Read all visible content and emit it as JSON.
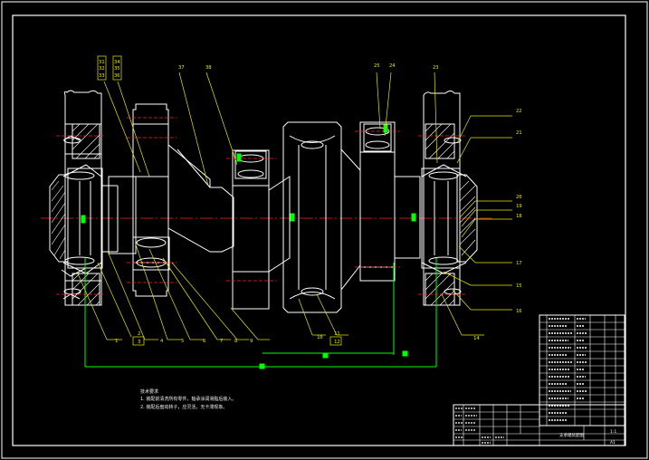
{
  "drawing": {
    "colors": {
      "background": "#000000",
      "outline": "#ffffff",
      "leader": "#e8e800",
      "centerline": "#ff2020",
      "hatch": "#ffffff",
      "dimension": "#00ff00"
    },
    "part_numbers_bottom": [
      "1",
      "2",
      "3",
      "4",
      "5",
      "6",
      "7",
      "8",
      "9",
      "10",
      "11",
      "12"
    ],
    "part_numbers_top": [
      "31",
      "32",
      "33",
      "34",
      "35",
      "36",
      "37",
      "38",
      "25",
      "24",
      "23"
    ],
    "part_numbers_right": [
      "22",
      "21",
      "20",
      "19",
      "18",
      "17",
      "15",
      "16",
      "14"
    ]
  },
  "notes": {
    "heading": "技术要求",
    "lines": [
      "1. 装配前清洗所有零件，轴承涂润滑脂后装入。",
      "2. 装配后盘动转子，应灵活，无卡滞现象。"
    ]
  },
  "title_block": {
    "title": "支承辊装配图",
    "scale": "1:1",
    "sheet": "A1"
  }
}
